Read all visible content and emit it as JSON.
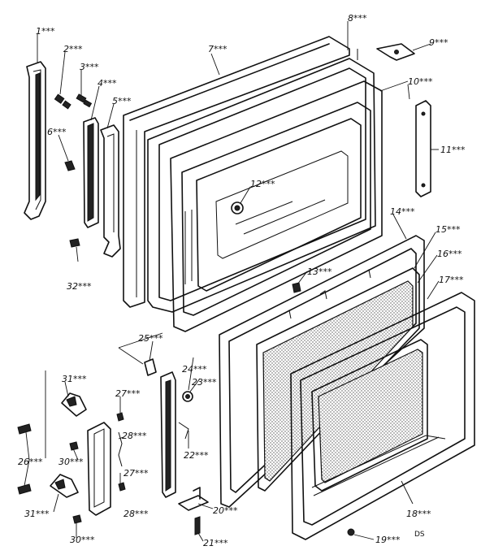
{
  "diagram": {
    "labels": {
      "p1": "1***",
      "p2": "2***",
      "p3": "3***",
      "p4": "4***",
      "p5": "5***",
      "p6": "6***",
      "p7": "7***",
      "p8": "8***",
      "p9": "9***",
      "p10": "10***",
      "p11": "11***",
      "p12": "12***",
      "p13": "13***",
      "p14": "14***",
      "p15": "15***",
      "p16": "16***",
      "p17": "17***",
      "p18": "18***",
      "p19": "19***",
      "p20": "20***",
      "p21": "21***",
      "p22": "22***",
      "p23": "23***",
      "p24": "24***",
      "p25": "25***",
      "p26": "26***",
      "p27a": "27***",
      "p27b": "27***",
      "p28a": "28***",
      "p28b": "28***",
      "p30a": "30***",
      "p30b": "30***",
      "p31a": "31***",
      "p31b": "31***",
      "p32": "32***"
    },
    "drawing_code": "DS"
  }
}
